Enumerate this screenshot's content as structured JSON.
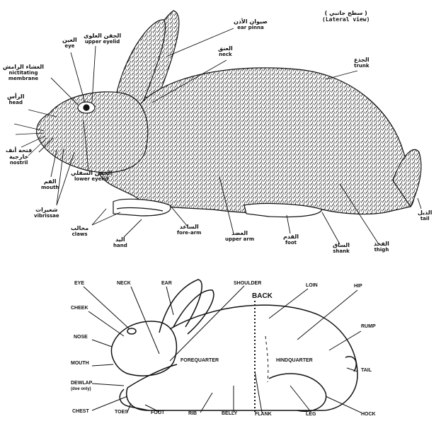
{
  "figure_top": {
    "view_ar": "( سطح جانبي )",
    "view_en": "(Lateral view)",
    "labels": {
      "eye": {
        "ar": "العين",
        "en": "eye"
      },
      "upper_eyelid": {
        "ar": "الجفن العلوي",
        "en": "upper eyelid"
      },
      "ear_pinna": {
        "ar": "صيوان الأذن",
        "en": "ear pinna"
      },
      "neck": {
        "ar": "العنق",
        "en": "neck"
      },
      "trunk": {
        "ar": "الجذع",
        "en": "trunk"
      },
      "nictitating": {
        "ar": "الغشاء الرامش",
        "en1": "nictitating",
        "en2": "membrane"
      },
      "head": {
        "ar": "الرأس",
        "en": "head"
      },
      "nostril": {
        "ar1": "فتحة أنف",
        "ar2": "خارجية",
        "en": "nostril"
      },
      "mouth": {
        "ar": "الفم",
        "en": "mouth"
      },
      "lower_eyelid": {
        "ar": "الجفن السفلي",
        "en": "lower eyelid"
      },
      "vibrissae": {
        "ar": "شعيرات",
        "en": "vibrissae"
      },
      "claws": {
        "ar": "مخالب",
        "en": "claws"
      },
      "hand": {
        "ar": "اليد",
        "en": "hand"
      },
      "fore_arm": {
        "ar": "الساعد",
        "en": "fore-arm"
      },
      "upper_arm": {
        "ar": "العضد",
        "en": "upper arm"
      },
      "foot": {
        "ar": "القدم",
        "en": "foot"
      },
      "shank": {
        "ar": "الساق",
        "en": "shank"
      },
      "thigh": {
        "ar": "الفخذ",
        "en": "thigh"
      },
      "tail": {
        "ar": "الذيل",
        "en": "tail"
      }
    }
  },
  "figure_bottom": {
    "labels": {
      "eye": "EYE",
      "neck": "NECK",
      "ear": "EAR",
      "shoulder": "SHOULDER",
      "back": "BACK",
      "loin": "LOIN",
      "hip": "HIP",
      "cheek": "CHEEK",
      "rump": "RUMP",
      "nose": "NOSE",
      "mouth": "MOUTH",
      "forequarter": "FOREQUARTER",
      "hindquarter": "HINDQUARTER",
      "tail": "TAIL",
      "dewlap1": "DEWLAP",
      "dewlap2": "(doe only)",
      "chest": "CHEST",
      "toes": "TOES",
      "foot": "FOOT",
      "rib": "RIB",
      "belly": "BELLY",
      "flank": "FLANK",
      "leg": "LEG",
      "hock": "HOCK"
    }
  },
  "colors": {
    "ink": "#111111",
    "fur": "#444444",
    "background": "#ffffff"
  }
}
